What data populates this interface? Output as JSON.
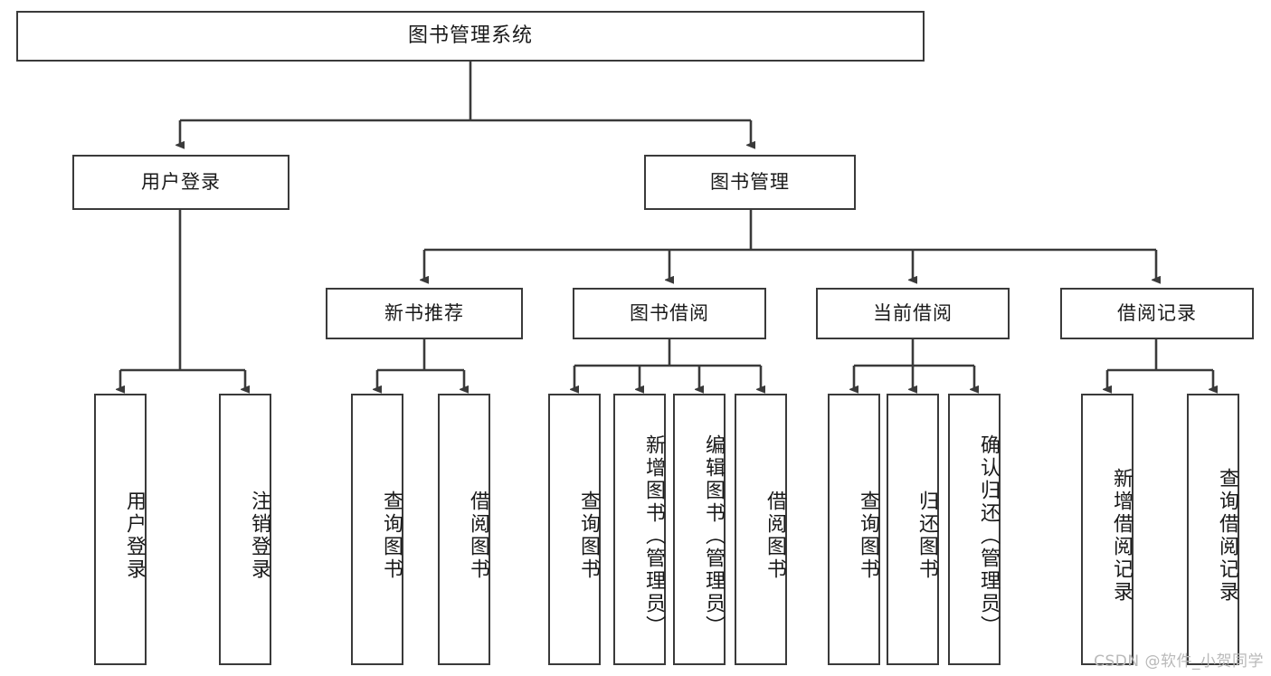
{
  "diagram": {
    "title": "图书管理系统",
    "type": "tree-hierarchy",
    "colors": {
      "background": "#ffffff",
      "box_border": "#3a3a3a",
      "box_fill": "#ffffff",
      "text": "#1a1a1a",
      "edge": "#3a3a3a",
      "watermark": "#b9b9b9"
    },
    "root": {
      "label": "图书管理系统"
    },
    "level2": [
      {
        "label": "用户登录"
      },
      {
        "label": "图书管理"
      }
    ],
    "level3": [
      {
        "label": "新书推荐"
      },
      {
        "label": "图书借阅"
      },
      {
        "label": "当前借阅"
      },
      {
        "label": "借阅记录"
      }
    ],
    "leaves": {
      "user_login": [
        {
          "label": "用户登录"
        },
        {
          "label": "注销登录"
        }
      ],
      "new_book_recommend": [
        {
          "label": "查询图书"
        },
        {
          "label": "借阅图书"
        }
      ],
      "book_borrow": [
        {
          "label": "查询图书"
        },
        {
          "label": "新增图书（管理员）"
        },
        {
          "label": "编辑图书（管理员）"
        },
        {
          "label": "借阅图书"
        }
      ],
      "current_borrow": [
        {
          "label": "查询图书"
        },
        {
          "label": "归还图书"
        },
        {
          "label": "确认归还（管理员）"
        }
      ],
      "borrow_record": [
        {
          "label": "新增借阅记录"
        },
        {
          "label": "查询借阅记录"
        }
      ]
    }
  },
  "watermark": {
    "text": "CSDN @软件_小贺同学"
  }
}
